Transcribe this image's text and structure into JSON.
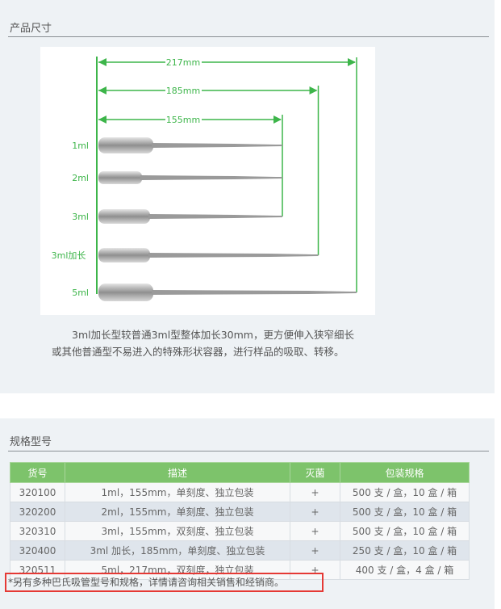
{
  "section1": {
    "title": "产品尺寸"
  },
  "diagram": {
    "dimensions": [
      "217mm",
      "185mm",
      "155mm"
    ],
    "pipettes": [
      {
        "label": "1ml",
        "length_mm": 155
      },
      {
        "label": "2ml",
        "length_mm": 155
      },
      {
        "label": "3ml",
        "length_mm": 155
      },
      {
        "label": "3ml加长",
        "length_mm": 185
      },
      {
        "label": "5ml",
        "length_mm": 217
      }
    ],
    "accent": "#3db54a"
  },
  "description": "3ml加长型较普通3ml型整体加长30mm，更方便伸入狭窄细长或其他普通型不易进入的特殊形状容器，进行样品的吸取、转移。",
  "section2": {
    "title": "规格型号"
  },
  "table": {
    "headers": [
      "货号",
      "描述",
      "灭菌",
      "包装规格"
    ],
    "rows": [
      [
        "320100",
        "1ml，155mm，单刻度、独立包装",
        "+",
        "500 支 / 盒，10 盒 / 箱"
      ],
      [
        "320200",
        "2ml，155mm，单刻度、独立包装",
        "+",
        "500 支 / 盒，10 盒 / 箱"
      ],
      [
        "320310",
        "3ml，155mm，双刻度、独立包装",
        "+",
        "500 支 / 盒，10 盒 / 箱"
      ],
      [
        "320400",
        "3ml 加长，185mm，单刻度、独立包装",
        "+",
        "250 支 / 盒，10 盒 / 箱"
      ],
      [
        "320511",
        "5ml，217mm，双刻度，独立包装",
        "+",
        "400 支 / 盒，4 盒 / 箱"
      ]
    ]
  },
  "note": "*另有多种巴氏吸管型号和规格，详情请咨询相关销售和经销商。"
}
